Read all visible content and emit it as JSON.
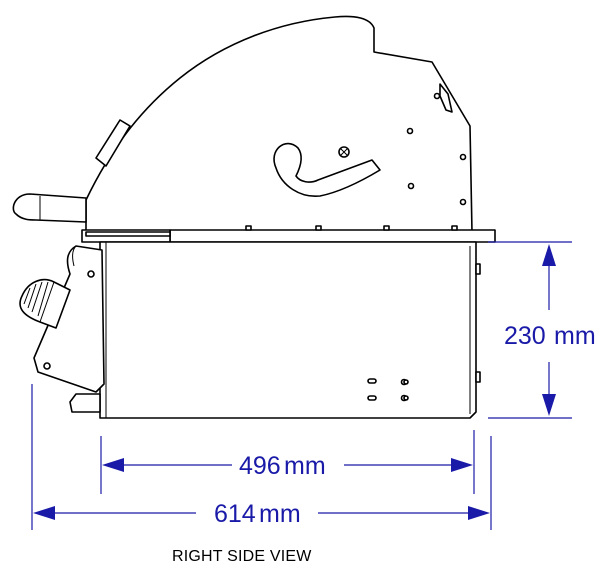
{
  "view_label": "RIGHT SIDE VIEW",
  "dimensions": {
    "height": {
      "value": "230",
      "unit": "mm"
    },
    "inner_width": {
      "value": "496",
      "unit": "mm"
    },
    "overall_width": {
      "value": "614",
      "unit": "mm"
    }
  },
  "colors": {
    "dimension": "#1a1aa8",
    "outline": "#000000",
    "background": "#ffffff"
  }
}
